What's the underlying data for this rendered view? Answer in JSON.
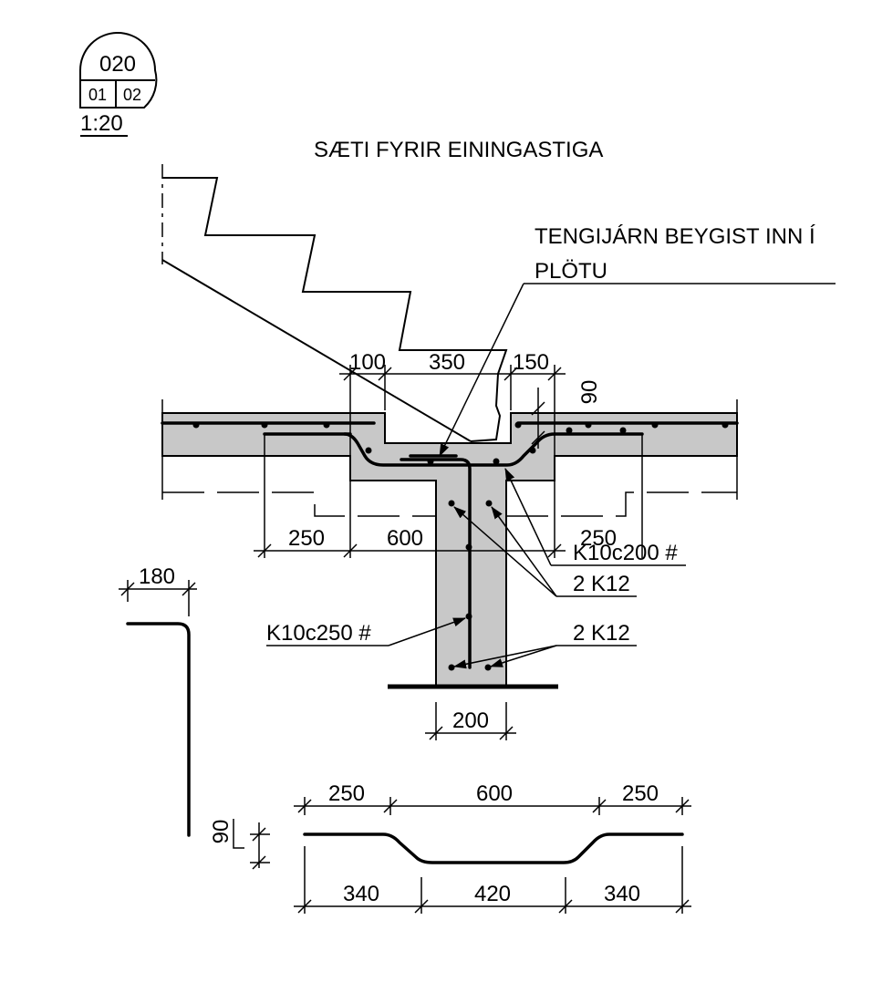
{
  "detail_tag": {
    "number": "020",
    "sheet_left": "01",
    "sheet_right": "02",
    "scale": "1:20"
  },
  "title": "SÆTI FYRIR EININGASTIGA",
  "notes": {
    "tengijarn_line1": "TENGIJÁRN BEYGIST INN Í",
    "tengijarn_line2": "PLÖTU",
    "k10c200": "K10c200 #",
    "k12_top": "2 K12",
    "k10c250": "K10c250 #",
    "k12_bottom": "2 K12"
  },
  "dimensions": {
    "recess_left": "100",
    "recess_width": "350",
    "recess_right": "150",
    "recess_depth": "90",
    "flange_left": "250",
    "beam_width": "600",
    "flange_right": "250",
    "column_width": "200",
    "hook_length": "180",
    "bent_top_left": "250",
    "bent_top_mid": "600",
    "bent_top_right": "250",
    "bent_offset": "90",
    "bent_bottom_left": "340",
    "bent_bottom_mid": "420",
    "bent_bottom_right": "340"
  }
}
